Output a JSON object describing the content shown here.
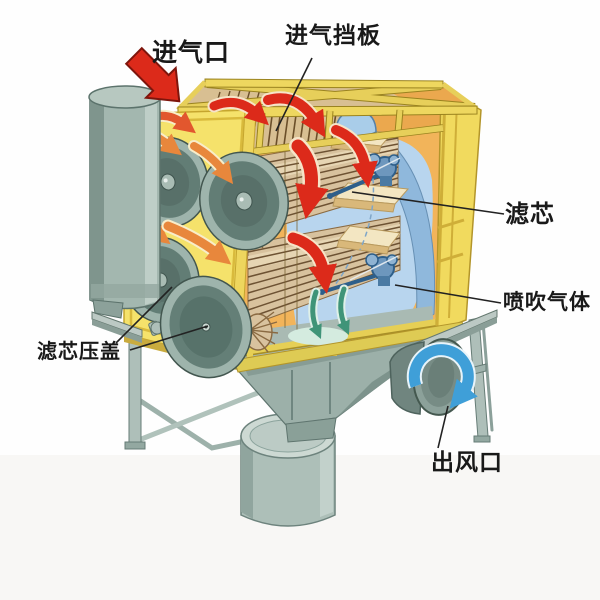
{
  "diagram": {
    "subject": "cartridge-dust-collector-cutaway",
    "labels": {
      "inlet": "进气口",
      "intake_baffle": "进气挡板",
      "filter_cartridge": "滤芯",
      "pulse_gas": "喷吹气体",
      "cartridge_cover": "滤芯压盖",
      "outlet": "出风口"
    },
    "colors": {
      "cabinet_yellow": "#f1da5e",
      "frame_outline": "#b3952a",
      "interior_orange": "#f2b45a",
      "clean_air_blue": "#8fb8dc",
      "metal_gray_green": "#a3b7af",
      "filter_tan": "#d8c29e",
      "flow_red": "#dc2a1a",
      "flow_orange": "#e8873c",
      "pulse_green": "#3f9478",
      "outlet_blue": "#3f9fd8",
      "label_text": "#191919"
    }
  }
}
